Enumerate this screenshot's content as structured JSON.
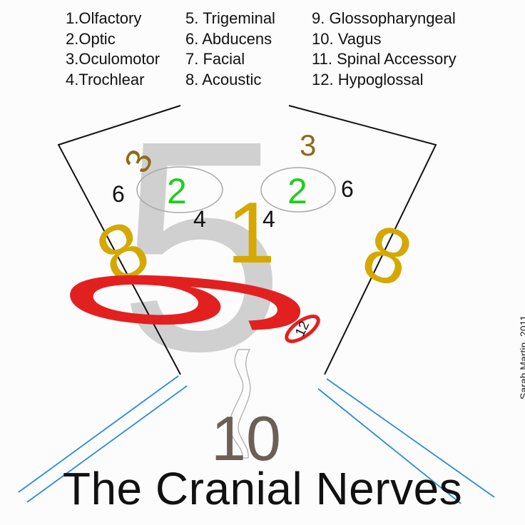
{
  "legend": {
    "column1": [
      "1.Olfactory",
      "2.Optic",
      "3.Oculomotor",
      "4.Trochlear"
    ],
    "column2": [
      "5. Trigeminal",
      "6. Abducens",
      "7. Facial",
      "8. Acoustic"
    ],
    "column3": [
      "9. Glossopharyngeal",
      "10. Vagus",
      "11. Spinal Accessory",
      "12. Hypoglossal"
    ]
  },
  "face_numerals": {
    "trigeminal": "5",
    "olfactory": "1",
    "optic_left": "2",
    "optic_right": "2",
    "oculomotor_left": "3",
    "oculomotor_right": "3",
    "trochlear_left": "4",
    "trochlear_right": "4",
    "abducens_left": "6",
    "abducens_right": "6",
    "acoustic_left": "8",
    "acoustic_right": "8",
    "glossopharyngeal": "9",
    "hypoglossal": "12",
    "vagus": "10"
  },
  "colors": {
    "trigeminal": "#d0d0d0",
    "olfactory": "#d4a800",
    "optic": "#22cc22",
    "oculomotor": "#8b6c1a",
    "acoustic": "#d4a800",
    "glossopharyngeal": "#e32020",
    "vagus": "#6b5f58",
    "neck_lines": "#2a8be0"
  },
  "credit": "Sarah Martin, 2011",
  "title": "The Cranial Nerves"
}
